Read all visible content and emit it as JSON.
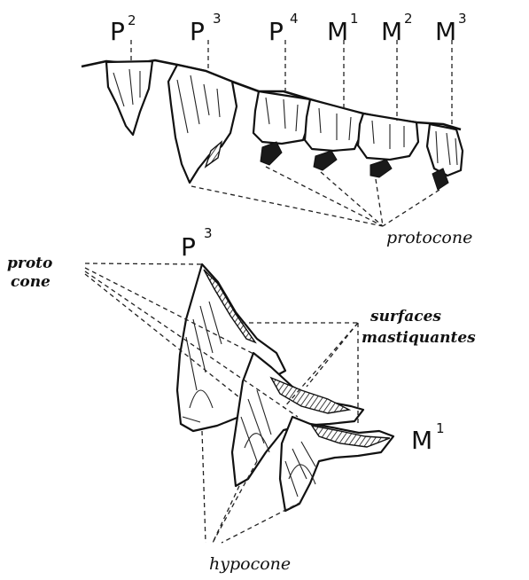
{
  "upper_figure": {
    "teeth": [
      {
        "letter": "P",
        "number": "2"
      },
      {
        "letter": "P",
        "number": "3"
      },
      {
        "letter": "P",
        "number": "4"
      },
      {
        "letter": "M",
        "number": "1"
      },
      {
        "letter": "M",
        "number": "2"
      },
      {
        "letter": "M",
        "number": "3"
      }
    ],
    "protocone_label": "protocone"
  },
  "lower_figure": {
    "tooth_p3": {
      "letter": "P",
      "number": "3"
    },
    "tooth_m1": {
      "letter": "M",
      "number": "1"
    },
    "protocone_line1": "proto",
    "protocone_line2": "cone",
    "surfaces_line1": "surfaces",
    "surfaces_line2": "mastiquantes",
    "hypocone_label": "hypocone"
  }
}
